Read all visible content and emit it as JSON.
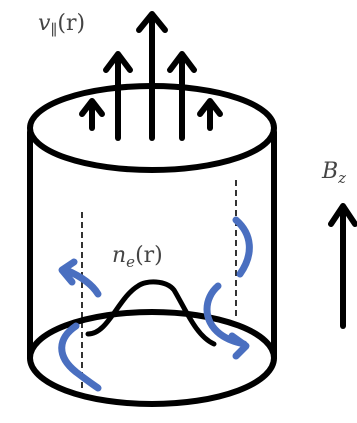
{
  "labels": {
    "velocity": {
      "symbol": "v",
      "subscript": "∥",
      "argument": "(r)"
    },
    "density": {
      "symbol": "n",
      "subscript": "e",
      "argument": "(r)"
    },
    "field": {
      "symbol": "B",
      "subscript": "z"
    }
  },
  "colors": {
    "outline": "#000000",
    "flow_arrows": "#4a6fc0",
    "label_text": "#444444"
  },
  "icons": {
    "flow_arrow": "up-arrow-icon",
    "field_arrow": "up-arrow-icon",
    "vortex": "curved-arrow-icon"
  }
}
